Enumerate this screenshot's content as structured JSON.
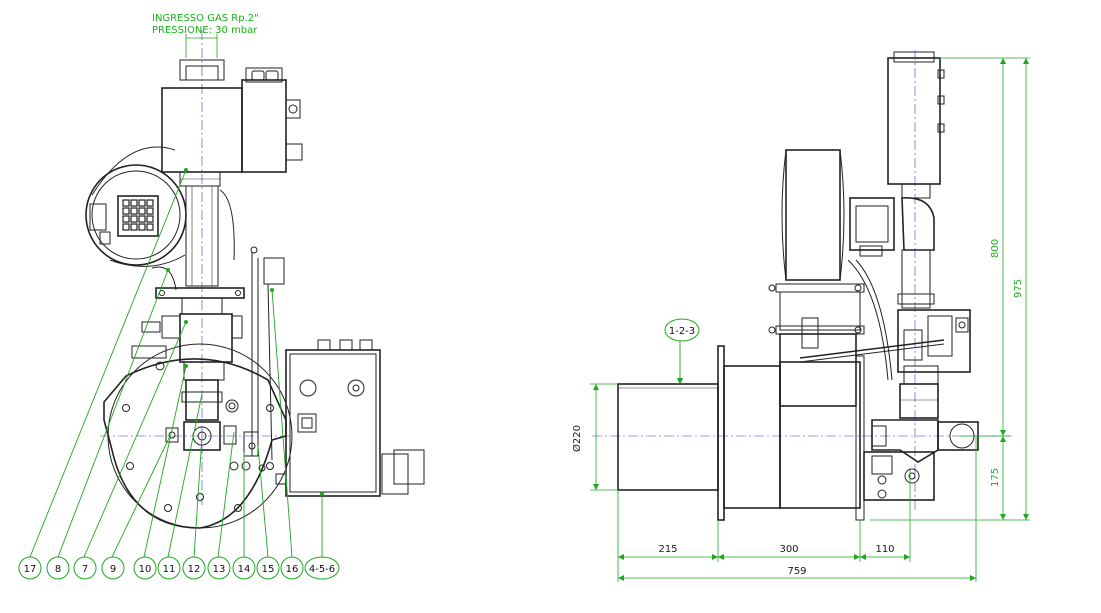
{
  "gas_inlet": {
    "line1": "INGRESSO GAS Rp.2\"",
    "line2": "PRESSIONE: 30 mbar"
  },
  "balloons": [
    "17",
    "8",
    "7",
    "9",
    "10",
    "11",
    "12",
    "13",
    "14",
    "15",
    "16",
    "4-5-6"
  ],
  "side_balloon": "1-2-3",
  "dimensions": {
    "diameter": "Ø220",
    "h_800": "800",
    "h_975": "975",
    "h_175": "175",
    "w_215": "215",
    "w_300": "300",
    "w_110": "110",
    "w_759": "759"
  },
  "colors": {
    "dimension": "#1fa81f",
    "axis": "#3a3ad8",
    "drawing": "#222222"
  }
}
